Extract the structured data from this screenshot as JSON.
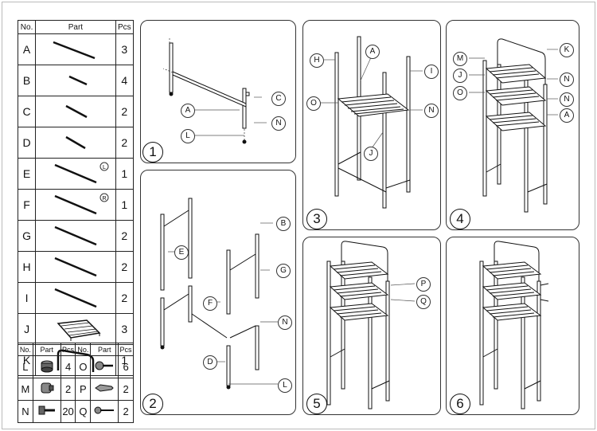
{
  "table": {
    "headers": {
      "no": "No.",
      "part": "Part",
      "pcs": "Pcs"
    },
    "rows": [
      {
        "no": "A",
        "pcs": "3",
        "icon": "long-tube-icon"
      },
      {
        "no": "B",
        "pcs": "4",
        "icon": "short-tube-icon"
      },
      {
        "no": "C",
        "pcs": "2",
        "icon": "short-tube-icon"
      },
      {
        "no": "D",
        "pcs": "2",
        "icon": "short-tube-icon"
      },
      {
        "no": "E",
        "pcs": "1",
        "icon": "left-tube-icon",
        "mark": "L"
      },
      {
        "no": "F",
        "pcs": "1",
        "icon": "right-tube-icon",
        "mark": "R"
      },
      {
        "no": "G",
        "pcs": "2",
        "icon": "long-tube-icon"
      },
      {
        "no": "H",
        "pcs": "2",
        "icon": "long-tube-icon"
      },
      {
        "no": "I",
        "pcs": "2",
        "icon": "long-tube-icon"
      },
      {
        "no": "J",
        "pcs": "3",
        "icon": "shelf-icon"
      },
      {
        "no": "K",
        "pcs": "1",
        "icon": "top-rail-icon"
      }
    ]
  },
  "hardware": {
    "headers": {
      "no": "No.",
      "part": "Part",
      "pcs": "Pcs"
    },
    "rows": [
      {
        "left": {
          "no": "L",
          "pcs": "4",
          "icon": "foot-cap-icon"
        },
        "right": {
          "no": "O",
          "pcs": "6",
          "icon": "wall-screw-icon"
        }
      },
      {
        "left": {
          "no": "M",
          "pcs": "2",
          "icon": "end-cap-icon"
        },
        "right": {
          "no": "P",
          "pcs": "2",
          "icon": "anchor-icon"
        }
      },
      {
        "left": {
          "no": "N",
          "pcs": "20",
          "icon": "bolt-icon"
        },
        "right": {
          "no": "Q",
          "pcs": "2",
          "icon": "long-screw-icon"
        }
      }
    ]
  },
  "steps": [
    {
      "number": "1",
      "callouts": [
        "C",
        "A",
        "N",
        "L"
      ]
    },
    {
      "number": "2",
      "callouts": [
        "B",
        "E",
        "G",
        "F",
        "N",
        "D",
        "L"
      ]
    },
    {
      "number": "3",
      "callouts": [
        "H",
        "A",
        "I",
        "O",
        "N",
        "J"
      ]
    },
    {
      "number": "4",
      "callouts": [
        "K",
        "M",
        "J",
        "N",
        "O",
        "N",
        "A"
      ]
    },
    {
      "number": "5",
      "callouts": [
        "P",
        "Q"
      ]
    },
    {
      "number": "6",
      "callouts": []
    }
  ]
}
